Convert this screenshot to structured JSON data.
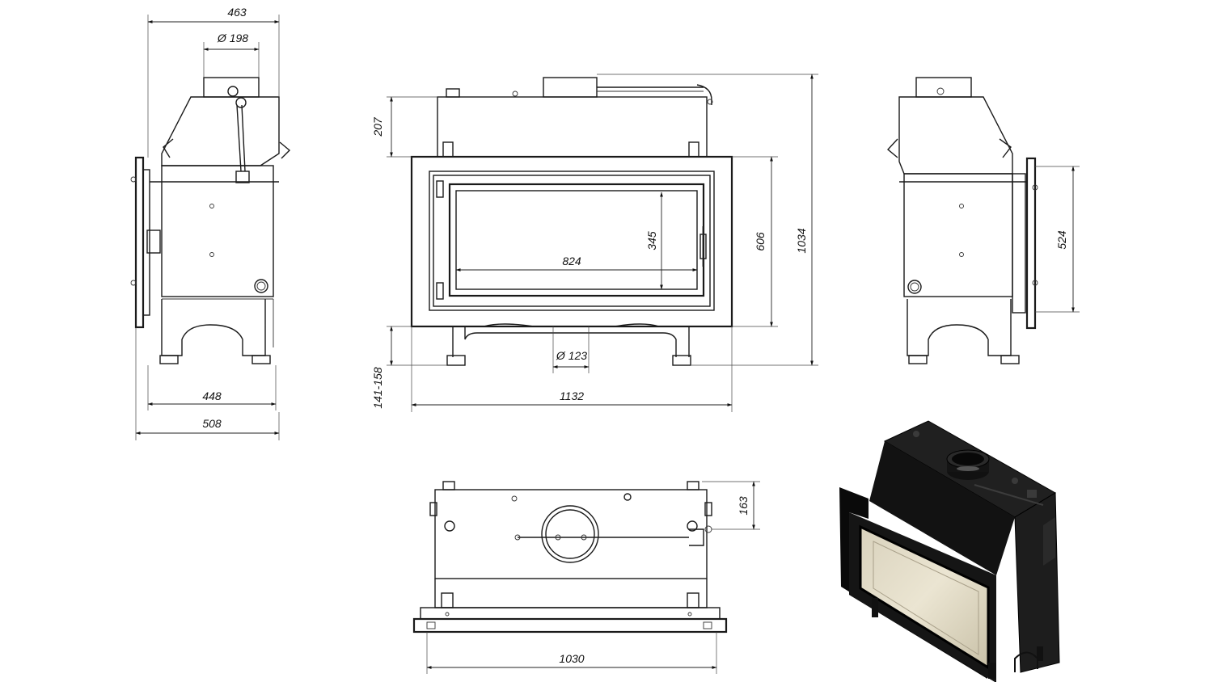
{
  "drawing": {
    "side_view_left": {
      "top_width": "463",
      "flue_diameter": "Ø 198",
      "base_width": "448",
      "overall_depth": "508"
    },
    "front_view": {
      "top_height": "207",
      "glass_height": "345",
      "glass_width": "824",
      "door_height": "606",
      "overall_height": "1034",
      "feet_height": "141-158",
      "air_inlet_diameter": "Ø 123",
      "overall_width": "1132"
    },
    "side_view_right": {
      "frame_height": "524"
    },
    "top_view": {
      "flue_offset": "163",
      "body_width": "1030"
    }
  }
}
